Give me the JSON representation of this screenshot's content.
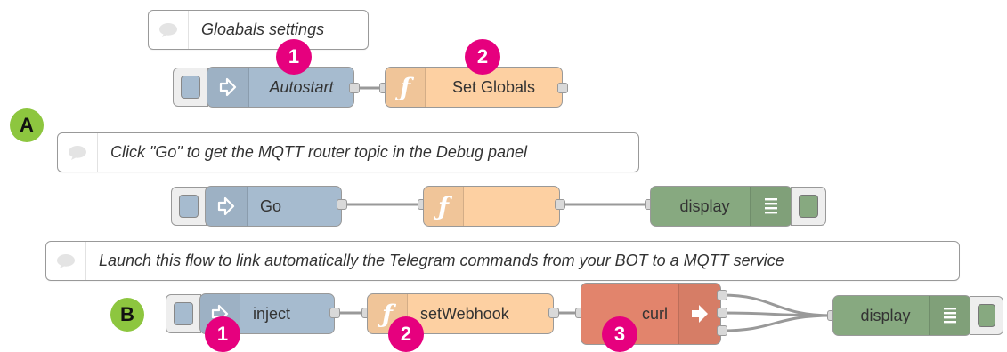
{
  "comments": {
    "globals": "Gloabals settings",
    "go_hint": "Click \"Go\" to get the MQTT router topic in the Debug panel",
    "launch_hint": "Launch this flow to link automatically the Telegram commands from your BOT to a MQTT service"
  },
  "flow_a": {
    "marker": "A",
    "autostart_label": "Autostart",
    "set_globals_label": "Set Globals",
    "go_label": "Go",
    "func_label": "",
    "display_label": "display",
    "badge_1": "1",
    "badge_2": "2"
  },
  "flow_b": {
    "marker": "B",
    "inject_label": "inject",
    "set_webhook_label": "setWebhook",
    "curl_label": "curl",
    "display_label": "display",
    "badge_1": "1",
    "badge_2": "2",
    "badge_3": "3"
  },
  "colors": {
    "inject": "#a6bbcf",
    "function": "#fdd0a2",
    "debug": "#87a980",
    "exec": "#e2846c",
    "badge_number": "#e6007e",
    "badge_letter": "#8dc63f"
  },
  "icons": {
    "comment": "speech-bubble-icon",
    "inject": "arrow-in-icon",
    "function": "function-f-icon",
    "debug": "list-lines-icon",
    "exec": "arrow-right-icon"
  }
}
